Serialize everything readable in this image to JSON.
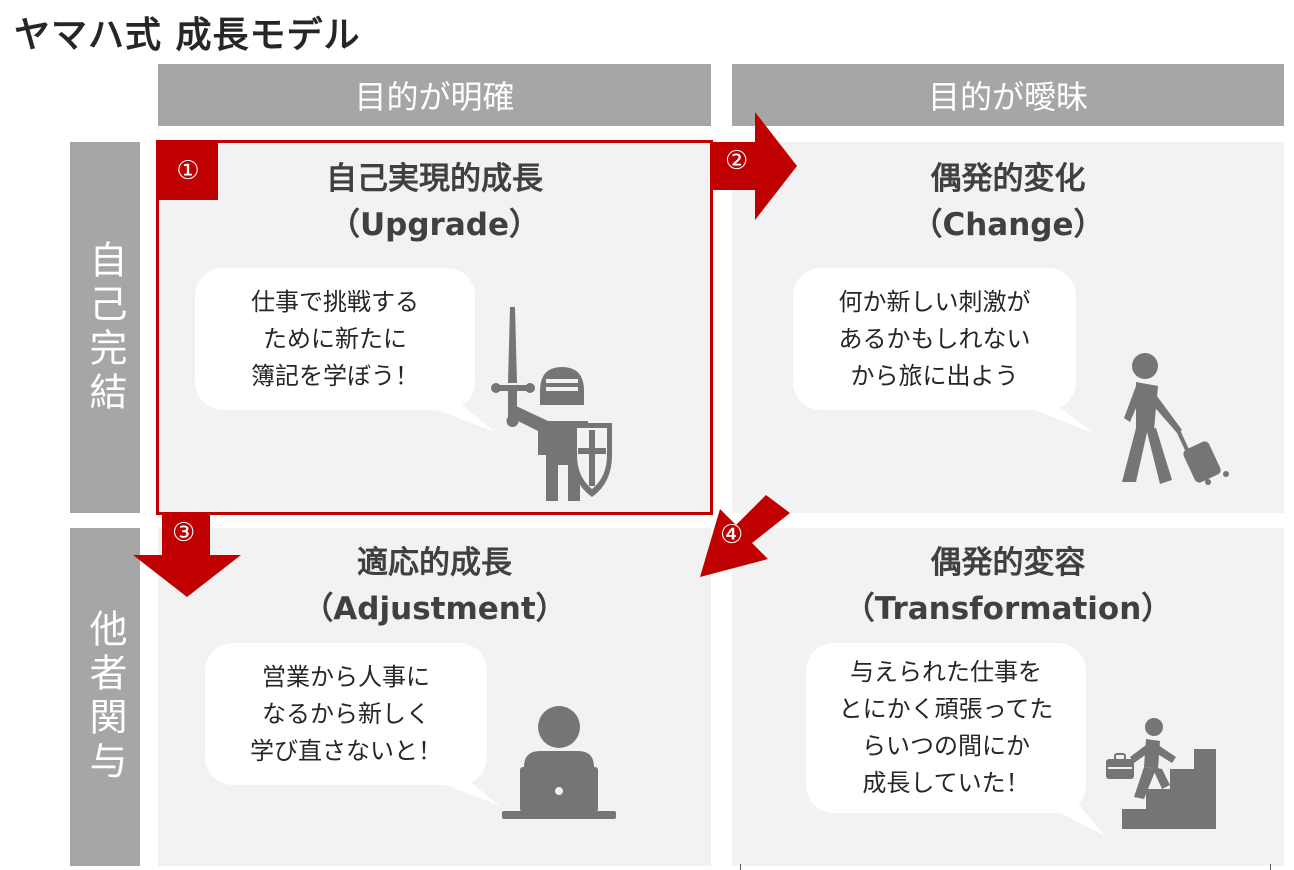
{
  "title": "ヤマハ式 成長モデル",
  "columns": {
    "clear": "目的が明確",
    "vague": "目的が曖昧"
  },
  "rows": {
    "self": "自己完結",
    "others": "他者関与"
  },
  "quadrants": [
    {
      "number": "①",
      "title_ja": "自己実現的成長",
      "title_en": "（Upgrade）",
      "bubble": [
        "仕事で挑戦する",
        "ために新たに",
        "簿記を学ぼう！"
      ],
      "icon": "knight-icon"
    },
    {
      "number": "②",
      "title_ja": "偶発的変化",
      "title_en": "（Change）",
      "bubble": [
        "何か新しい刺激が",
        "あるかもしれない",
        "から旅に出よう"
      ],
      "icon": "traveler-icon"
    },
    {
      "number": "③",
      "title_ja": "適応的成長",
      "title_en": "（Adjustment）",
      "bubble": [
        "営業から人事に",
        "なるから新しく",
        "学び直さないと！"
      ],
      "icon": "laptop-user-icon"
    },
    {
      "number": "④",
      "title_ja": "偶発的変容",
      "title_en": "（Transformation）",
      "bubble": [
        "与えられた仕事を",
        "とにかく頑張ってた",
        "らいつの間にか",
        "成長していた！"
      ],
      "icon": "stairs-climber-icon"
    }
  ],
  "colors": {
    "accent": "#c00000",
    "header_gray": "#a6a6a6",
    "quad_bg": "#f2f2f2",
    "icon_gray": "#757575"
  }
}
